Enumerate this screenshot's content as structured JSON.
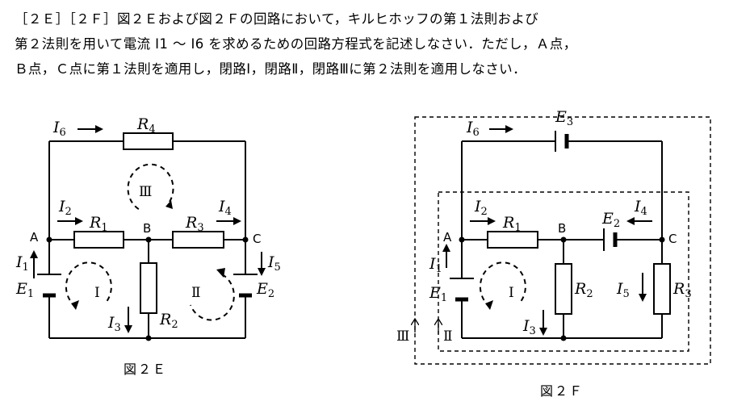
{
  "problem": {
    "line1": "［２Ｅ］［２Ｆ］図２Ｅおよび図２Ｆの回路において，キルヒホッフの第１法則および",
    "line2": "第２法則を用いて電流 I1 ～ I6 を求めるための回路方程式を記述しなさい．ただし，Ａ点，",
    "line3": "Ｂ点，Ｃ点に第１法則を適用し，閉路Ⅰ，閉路Ⅱ，閉路Ⅲに第２法則を適用しなさい．"
  },
  "figure_e": {
    "caption": "図２Ｅ",
    "nodes": [
      "A",
      "B",
      "C"
    ],
    "resistors": [
      "R",
      "1",
      "R",
      "2",
      "R",
      "3",
      "R",
      "4"
    ],
    "sources": [
      "E",
      "1",
      "E",
      "2"
    ],
    "currents": [
      "I",
      "1",
      "I",
      "2",
      "I",
      "3",
      "I",
      "4",
      "I",
      "5",
      "I",
      "6"
    ],
    "loops": [
      "Ⅰ",
      "Ⅱ",
      "Ⅲ"
    ]
  },
  "figure_f": {
    "caption": "図２Ｆ",
    "nodes": [
      "A",
      "B",
      "C"
    ],
    "resistors": [
      "R",
      "1",
      "R",
      "2",
      "R",
      "3"
    ],
    "sources": [
      "E",
      "1",
      "E",
      "2",
      "E",
      "3"
    ],
    "currents": [
      "I",
      "1",
      "I",
      "2",
      "I",
      "3",
      "I",
      "4",
      "I",
      "5",
      "I",
      "6"
    ],
    "loops": [
      "Ⅰ",
      "Ⅱ",
      "Ⅲ"
    ]
  }
}
